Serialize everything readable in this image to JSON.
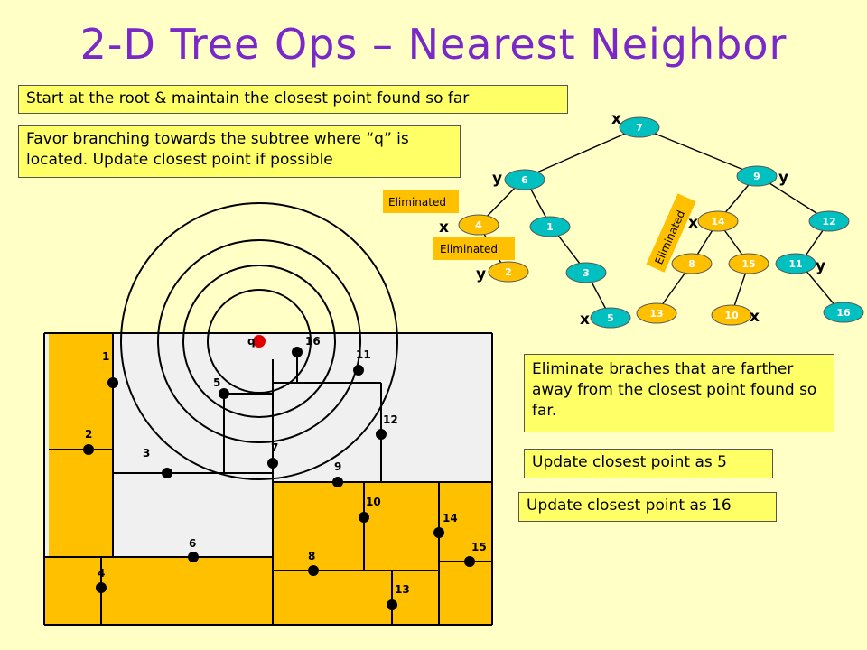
{
  "title": "2-D Tree Ops – Nearest Neighbor",
  "callouts": {
    "root_note": "Start at the root & maintain the closest point found so far",
    "branch_note": "Favor branching towards the subtree where “q” is located. Update closest point if possible",
    "eliminate_note": "Eliminate braches that are farther away from the closest point found so far.",
    "update5": "Update closest point as 5",
    "update16": "Update closest point as 16"
  },
  "tree": {
    "eliminated_label": "Eliminated",
    "axis_x": "x",
    "axis_y": "y",
    "nodes": {
      "n7": "7",
      "n6": "6",
      "n9": "9",
      "n4": "4",
      "n1": "1",
      "n14": "14",
      "n12": "12",
      "n2": "2",
      "n3": "3",
      "n8": "8",
      "n15": "15",
      "n11": "11",
      "n5": "5",
      "n13": "13",
      "n10": "10",
      "n16": "16"
    }
  },
  "plane": {
    "query_label": "q",
    "points": {
      "p1": "1",
      "p2": "2",
      "p3": "3",
      "p4": "4",
      "p5": "5",
      "p6": "6",
      "p7": "7",
      "p8": "8",
      "p9": "9",
      "p10": "10",
      "p11": "11",
      "p12": "12",
      "p13": "13",
      "p14": "14",
      "p15": "15",
      "p16": "16"
    }
  },
  "colors": {
    "region": "#ffc000",
    "background": "#ffffc6",
    "title": "#7a28c8",
    "query": "#e00000",
    "callout": "#ffff66"
  }
}
